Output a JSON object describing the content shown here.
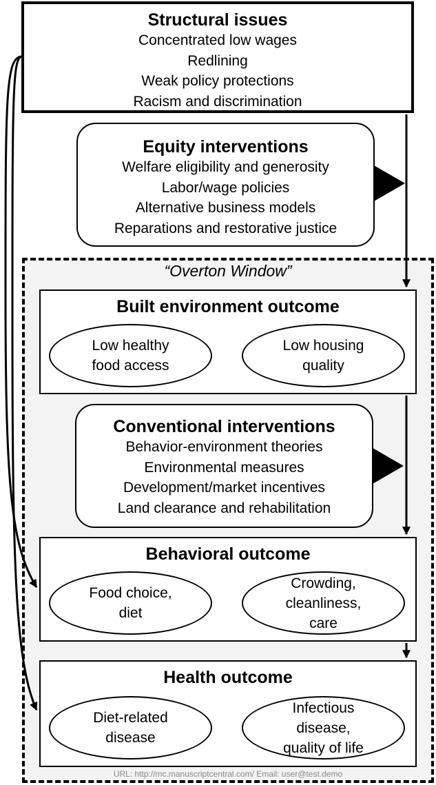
{
  "structural": {
    "title": "Structural issues",
    "items": [
      "Concentrated low wages",
      "Redlining",
      "Weak policy protections",
      "Racism and discrimination"
    ]
  },
  "equity": {
    "title": "Equity interventions",
    "items": [
      "Welfare eligibility and generosity",
      "Labor/wage policies",
      "Alternative business models",
      "Reparations and restorative justice"
    ]
  },
  "overton_label": "“Overton Window”",
  "built": {
    "title": "Built environment outcome",
    "left": "Low healthy\nfood access",
    "right": "Low housing\nquality"
  },
  "conventional": {
    "title": "Conventional interventions",
    "items": [
      "Behavior-environment theories",
      "Environmental measures",
      "Development/market incentives",
      "Land clearance and rehabilitation"
    ]
  },
  "behavioral": {
    "title": "Behavioral outcome",
    "left": "Food choice,\ndiet",
    "right": "Crowding,\ncleanliness,\ncare"
  },
  "health": {
    "title": "Health outcome",
    "left": "Diet-related\ndisease",
    "right": "Infectious\ndisease,\nquality of life"
  },
  "footer": "URL: http://mc.manuscriptcentral.com/  Email: user@test.demo"
}
